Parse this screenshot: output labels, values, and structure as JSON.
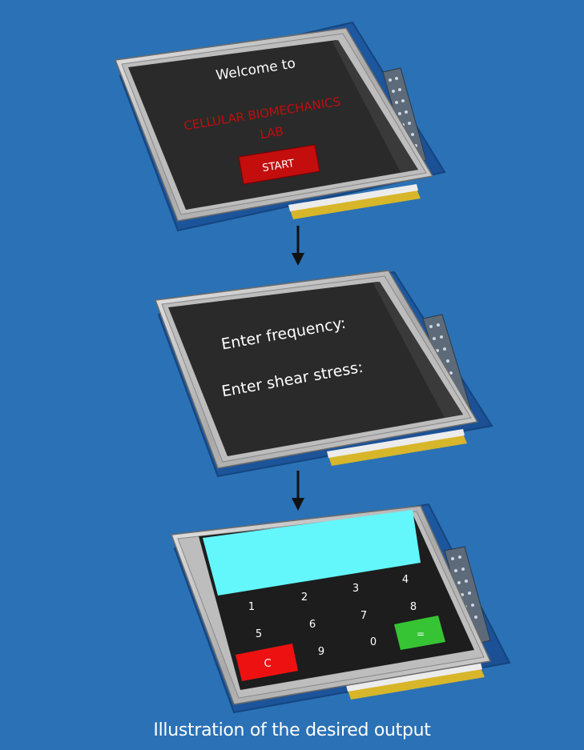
{
  "screen1": {
    "welcome": "Welcome to",
    "lab_line1": "CELLULAR BIOMECHANICS",
    "lab_line2": "LAB",
    "start_label": "START"
  },
  "screen2": {
    "frequency_prompt": "Enter frequency:",
    "shear_prompt": "Enter shear stress:"
  },
  "screen3": {
    "keys": [
      "1",
      "2",
      "3",
      "4",
      "5",
      "6",
      "7",
      "8",
      "9",
      "0"
    ],
    "clear_label": "C",
    "equals_label": "="
  },
  "caption": "Illustration of the desired output",
  "colors": {
    "background": "#2b71b5",
    "screen": "#2b2b2b",
    "accent_red": "#c40d0d",
    "display_cyan": "#63f6fb",
    "equals_green": "#36c434",
    "clear_red": "#ee1111"
  }
}
